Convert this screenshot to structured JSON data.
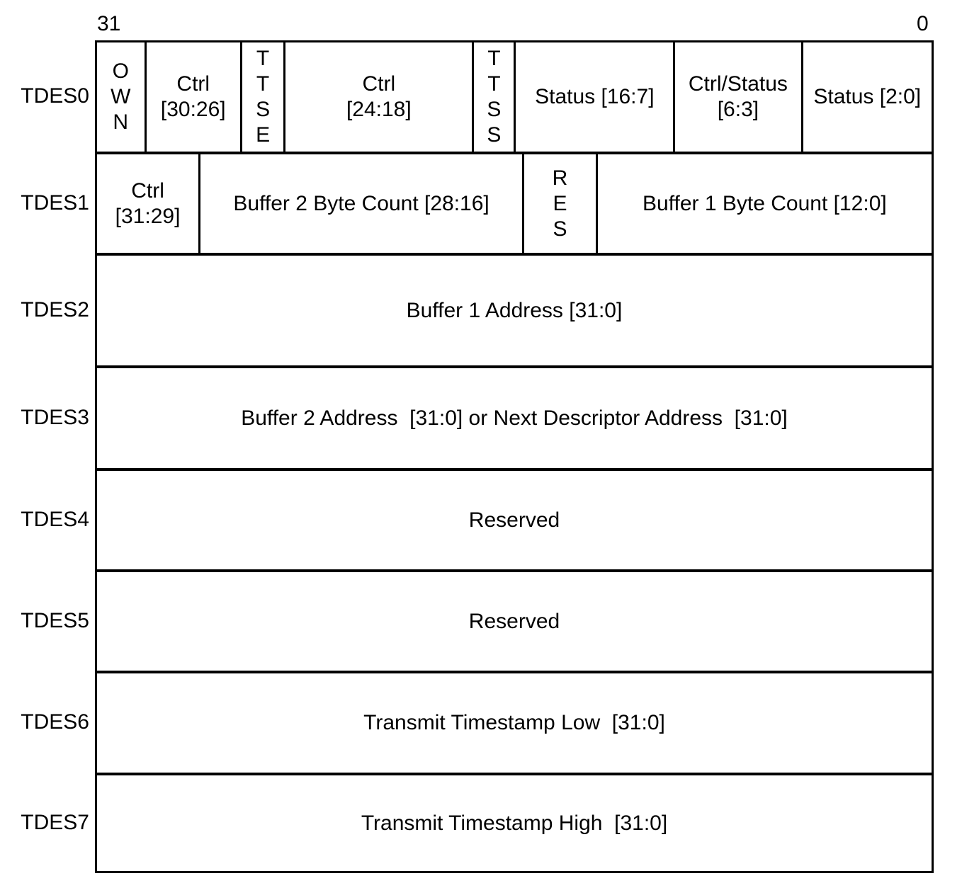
{
  "bit_scale": {
    "msb": "31",
    "lsb": "0"
  },
  "rows": [
    {
      "label": "TDES0",
      "fields": [
        {
          "name": "own",
          "text": "O\nW\nN"
        },
        {
          "name": "ctrl-30-26",
          "text": "Ctrl\n[30:26]"
        },
        {
          "name": "ttse",
          "text": "T\nT\nS\nE"
        },
        {
          "name": "ctrl-24-18",
          "text": "Ctrl\n[24:18]"
        },
        {
          "name": "ttss",
          "text": "T\nT\nS\nS"
        },
        {
          "name": "status-16-7",
          "text": "Status [16:7]"
        },
        {
          "name": "ctrl-status-6-3",
          "text": "Ctrl/Status\n[6:3]"
        },
        {
          "name": "status-2-0",
          "text": "Status [2:0]"
        }
      ]
    },
    {
      "label": "TDES1",
      "fields": [
        {
          "name": "ctrl-31-29",
          "text": "Ctrl\n[31:29]"
        },
        {
          "name": "buffer2-byte-count",
          "text": "Buffer 2 Byte Count [28:16]"
        },
        {
          "name": "res",
          "text": "R\nE\nS"
        },
        {
          "name": "buffer1-byte-count",
          "text": "Buffer 1 Byte Count [12:0]"
        }
      ]
    },
    {
      "label": "TDES2",
      "fields": [
        {
          "name": "buffer1-address",
          "text": "Buffer 1 Address [31:0]"
        }
      ]
    },
    {
      "label": "TDES3",
      "fields": [
        {
          "name": "buffer2-or-next-descriptor-address",
          "text": "Buffer 2 Address  [31:0] or Next Descriptor Address  [31:0]"
        }
      ]
    },
    {
      "label": "TDES4",
      "fields": [
        {
          "name": "reserved",
          "text": "Reserved"
        }
      ]
    },
    {
      "label": "TDES5",
      "fields": [
        {
          "name": "reserved",
          "text": "Reserved"
        }
      ]
    },
    {
      "label": "TDES6",
      "fields": [
        {
          "name": "transmit-timestamp-low",
          "text": "Transmit Timestamp Low  [31:0]"
        }
      ]
    },
    {
      "label": "TDES7",
      "fields": [
        {
          "name": "transmit-timestamp-high",
          "text": "Transmit Timestamp High  [31:0]"
        }
      ]
    }
  ]
}
